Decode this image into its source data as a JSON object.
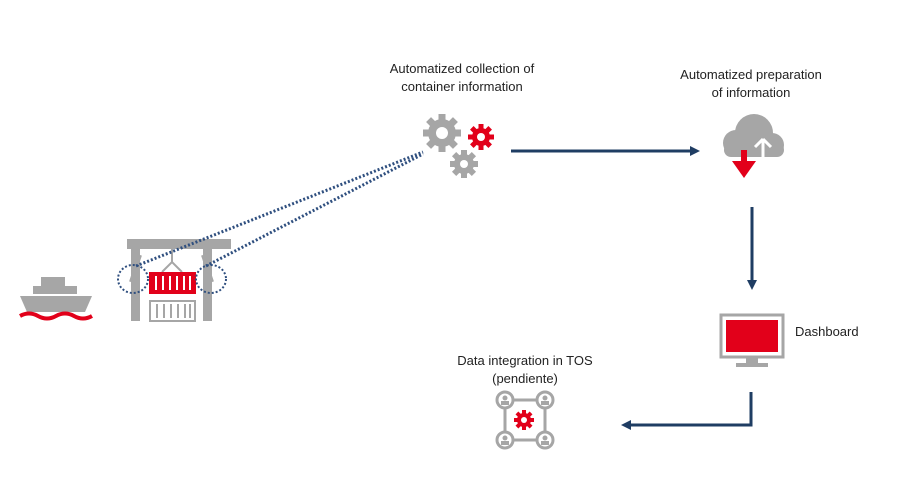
{
  "labels": {
    "collection": [
      "Automatized collection of",
      "container information"
    ],
    "preparation": [
      "Automatized preparation",
      "of information"
    ],
    "dashboard": "Dashboard",
    "integration": [
      "Data integration in TOS",
      "(pendiente)"
    ]
  },
  "colors": {
    "gray": "#a6a6a6",
    "red": "#e2001a",
    "navy": "#1f3d63",
    "dotted": "#2f4f7f"
  },
  "icons": [
    "ship-icon",
    "crane-icon",
    "container-icon",
    "gears-icon",
    "cloud-download-icon",
    "monitor-icon",
    "network-gear-icon"
  ]
}
